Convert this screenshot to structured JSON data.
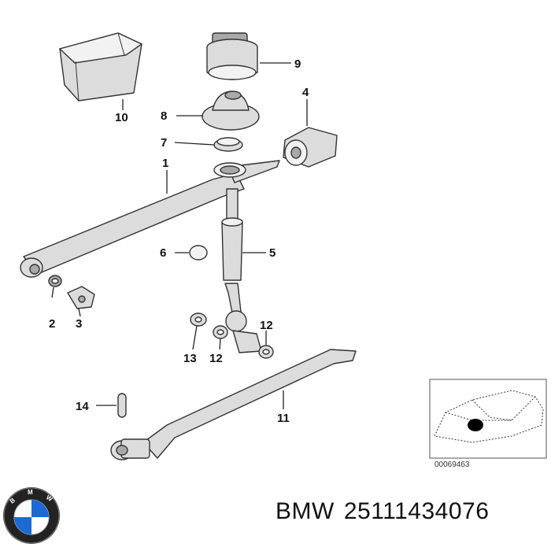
{
  "callouts": {
    "p1": "1",
    "p2": "2",
    "p3": "3",
    "p4": "4",
    "p5": "5",
    "p6": "6",
    "p7": "7",
    "p8": "8",
    "p9": "9",
    "p10": "10",
    "p11": "11",
    "p12a": "12",
    "p12b": "12",
    "p13": "13",
    "p14": "14"
  },
  "inset": {
    "code": "00069463"
  },
  "footer": {
    "brand": "BMW",
    "part_number": "25111434076"
  },
  "logo": {
    "letters": "BMW",
    "colors": {
      "blue": "#1c69d4",
      "white": "#ffffff",
      "ring": "#222222"
    }
  }
}
